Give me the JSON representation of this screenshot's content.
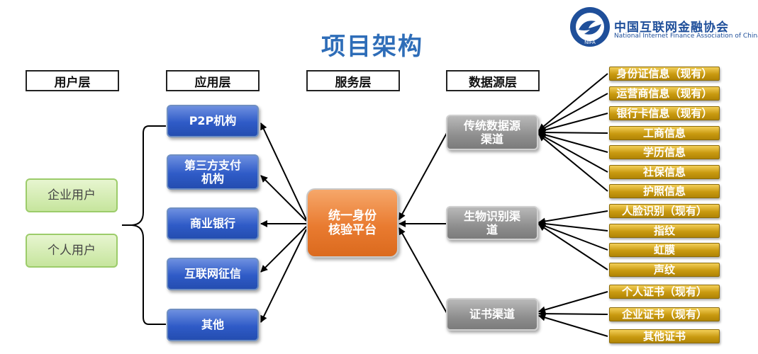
{
  "title": "项目架构",
  "logo": {
    "name_cn": "中国互联网金融协会",
    "name_en": "National Internet Finance Association of China",
    "seal_text": "NIFA"
  },
  "headers": {
    "user_layer": "用户层",
    "app_layer": "应用层",
    "service_layer": "服务层",
    "data_layer": "数据源层"
  },
  "users": [
    "企业用户",
    "个人用户"
  ],
  "applications": [
    "P2P机构",
    "第三方支付\n机构",
    "商业银行",
    "互联网征信",
    "其他"
  ],
  "platform": "统一身份\n核验平台",
  "channels": [
    "传统数据源\n渠道",
    "生物识别渠\n道",
    "证书渠道"
  ],
  "sources": {
    "traditional": [
      "身份证信息（现有）",
      "运营商信息（现有）",
      "银行卡信息（现有）",
      "工商信息",
      "学历信息",
      "社保信息",
      "护照信息"
    ],
    "biometric": [
      "人脸识别（现有）",
      "指纹",
      "虹膜",
      "声纹"
    ],
    "certificate": [
      "个人证书（现有）",
      "企业证书（现有）",
      "其他证书"
    ]
  },
  "colors": {
    "title": "#2e6db8",
    "user_box": "#c6e59d",
    "app_box": "#2f5bc7",
    "platform_box": "#e97b30",
    "channel_box": "#8e8e8e",
    "source_box": "#c99a10"
  }
}
